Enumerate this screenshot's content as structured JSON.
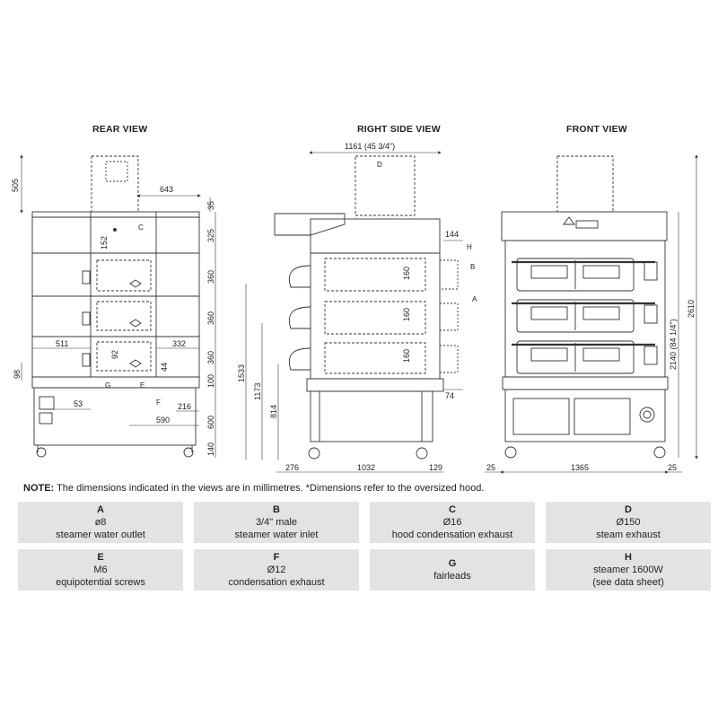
{
  "views": {
    "rear": "REAR VIEW",
    "side": "RIGHT SIDE VIEW",
    "front": "FRONT VIEW"
  },
  "rear_dims": {
    "h505": "505",
    "w643": "643",
    "h35": "35",
    "h325": "325",
    "h360a": "360",
    "h360b": "360",
    "h360c": "360",
    "h100": "100",
    "h600": "600",
    "h140": "140",
    "d152": "152",
    "d92": "92",
    "d44": "44",
    "w511": "511",
    "w332": "332",
    "w53": "53",
    "w216": "216",
    "w590": "590",
    "h98": "98"
  },
  "rear_labels": {
    "C": "C",
    "G": "G",
    "E": "E",
    "F": "F"
  },
  "side_dims": {
    "top": "1161 (45 3/4\")",
    "d144": "144",
    "d74": "74",
    "h1533": "1533",
    "h1173": "1173",
    "h814": "814",
    "w276": "276",
    "w1032": "1032",
    "w129": "129",
    "c160a": "160",
    "c160b": "160",
    "c160c": "160"
  },
  "side_labels": {
    "D": "D",
    "H": "H",
    "B": "B",
    "A": "A"
  },
  "front_dims": {
    "h2610": "2610",
    "h2140": "2140 (84 1/4\")",
    "w25a": "25",
    "w1365": "1365",
    "w25b": "25"
  },
  "note": {
    "label": "NOTE:",
    "text": " The dimensions indicated in the views are in millimetres. *Dimensions refer to the oversized hood."
  },
  "legend": [
    {
      "key": "A",
      "value": "ø8",
      "desc": "steamer water outlet"
    },
    {
      "key": "B",
      "value": "3/4\" male",
      "desc": "steamer water inlet"
    },
    {
      "key": "C",
      "value": "Ø16",
      "desc": "hood condensation exhaust"
    },
    {
      "key": "D",
      "value": "Ø150",
      "desc": "steam exhaust"
    },
    {
      "key": "E",
      "value": "M6",
      "desc": "equipotential screws"
    },
    {
      "key": "F",
      "value": "Ø12",
      "desc": "condensation exhaust"
    },
    {
      "key": "G",
      "value": "",
      "desc": "fairleads"
    },
    {
      "key": "H",
      "value": "steamer 1600W",
      "desc": "(see data sheet)"
    }
  ],
  "colors": {
    "line": "#333333",
    "legend_bg": "#e3e3e3"
  }
}
